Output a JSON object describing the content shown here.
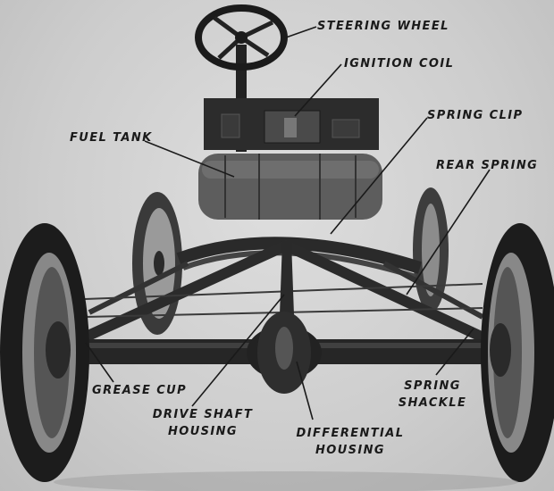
{
  "figure": {
    "labels": {
      "steering_wheel": "STEERING WHEEL",
      "ignition_coil": "IGNITION COIL",
      "spring_clip": "SPRING CLIP",
      "fuel_tank": "FUEL TANK",
      "rear_spring": "REAR SPRING",
      "grease_cup": "GREASE CUP",
      "drive_shaft_housing": [
        "DRIVE SHAFT",
        "HOUSING"
      ],
      "differential_housing": [
        "DIFFERENTIAL",
        "HOUSING"
      ],
      "spring_shackle": [
        "SPRING",
        "SHACKLE"
      ]
    }
  }
}
